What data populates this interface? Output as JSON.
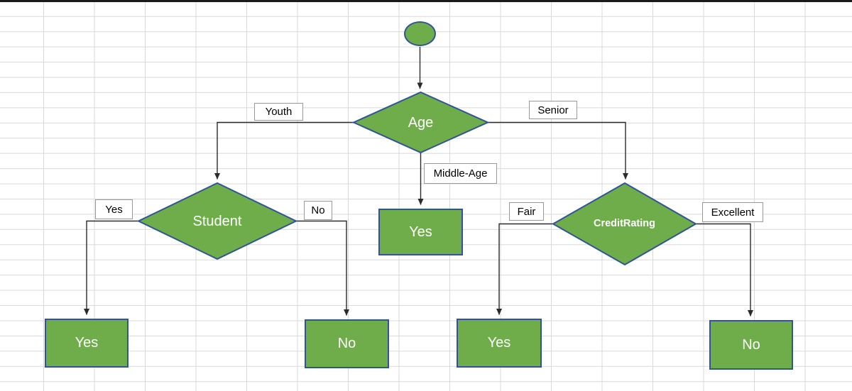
{
  "colors": {
    "canvas_bg": "#ffffff",
    "grid_line": "#d9d9d9",
    "top_bar": "#1a1a1a",
    "node_fill": "#6fad4a",
    "node_border": "#2f5597",
    "node_text": "#ffffff",
    "connector": "#2b2b2b",
    "edge_label_bg": "#ffffff",
    "edge_label_border": "#999999",
    "edge_label_text": "#000000"
  },
  "nodes": {
    "age": {
      "label": "Age",
      "type": "decision"
    },
    "student": {
      "label": "Student",
      "type": "decision"
    },
    "credit_rating": {
      "label": "CreditRating",
      "type": "decision"
    },
    "middle_age_result": {
      "label": "Yes",
      "type": "result"
    },
    "student_yes_result": {
      "label": "Yes",
      "type": "result"
    },
    "student_no_result": {
      "label": "No",
      "type": "result"
    },
    "fair_result": {
      "label": "Yes",
      "type": "result"
    },
    "excellent_result": {
      "label": "No",
      "type": "result"
    }
  },
  "edge_labels": {
    "youth": "Youth",
    "senior": "Senior",
    "middle_age": "Middle-Age",
    "student_yes": "Yes",
    "student_no": "No",
    "fair": "Fair",
    "excellent": "Excellent"
  }
}
